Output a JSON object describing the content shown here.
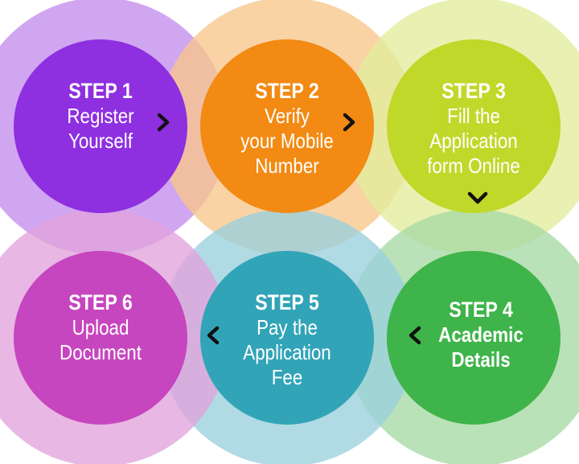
{
  "steps": [
    {
      "title": "STEP 1",
      "lines": [
        "Register",
        "Yourself"
      ],
      "halo": "#c38ded",
      "core": "#8e2fe0"
    },
    {
      "title": "STEP 2",
      "lines": [
        "Verify",
        "your Mobile",
        "Number"
      ],
      "halo": "#f8c68c",
      "core": "#f28a13"
    },
    {
      "title": "STEP 3",
      "lines": [
        "Fill the",
        "Application",
        "form Online"
      ],
      "halo": "#e3ed9c",
      "core": "#c0d82a"
    },
    {
      "title": "STEP 4",
      "lines": [
        "Academic",
        "Details"
      ],
      "halo": "#a6daa4",
      "core": "#3fb44a"
    },
    {
      "title": "STEP 5",
      "lines": [
        "Pay the",
        "Application",
        "Fee"
      ],
      "halo": "#9ad0dd",
      "core": "#32a4b8"
    },
    {
      "title": "STEP 6",
      "lines": [
        "Upload",
        "Document"
      ],
      "halo": "#e2a3dc",
      "core": "#c646bf"
    }
  ],
  "arrows": [
    {
      "name": "arrow-step1-to-step2",
      "direction": "right"
    },
    {
      "name": "arrow-step2-to-step3",
      "direction": "right"
    },
    {
      "name": "arrow-step3-to-step4",
      "direction": "down"
    },
    {
      "name": "arrow-step4-to-step5",
      "direction": "left"
    },
    {
      "name": "arrow-step5-to-step6",
      "direction": "left"
    }
  ]
}
